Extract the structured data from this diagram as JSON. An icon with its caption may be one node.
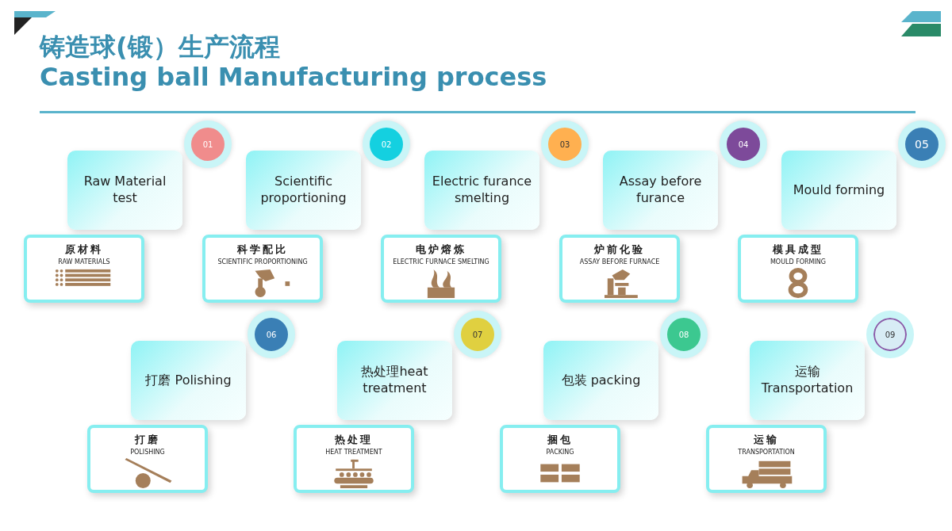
{
  "diagram": {
    "title": "铸造球(锻）生产流程",
    "nodes": [
      {
        "text": [
          "Raw Material test"
        ]
      },
      {
        "text": [
          "01"
        ]
      },
      {
        "text": [
          "原材料",
          "RAW MATERIALS"
        ]
      },
      {
        "text": [
          "Scientific proportioning"
        ]
      },
      {
        "text": [
          "02"
        ]
      },
      {
        "text": [
          "科学配比",
          "SCIENTIFIC PROPORTIONING"
        ]
      },
      {
        "text": [
          "Electric furance smelting"
        ]
      },
      {
        "text": [
          "03"
        ]
      },
      {
        "text": [
          "电炉熔炼",
          "ELECTRIC FURNACE SMELTING"
        ]
      },
      {
        "text": [
          "Assay before furance"
        ]
      },
      {
        "text": [
          "04"
        ]
      },
      {
        "text": [
          "炉前化验",
          "ASSAY BEFORE FURNACE"
        ]
      },
      {
        "text": [
          "Mould forming"
        ]
      },
      {
        "text": [
          "05"
        ]
      },
      {
        "text": [
          "模具成型",
          "MOULD FORMING"
        ]
      },
      {
        "text": [
          "打磨 Polishing"
        ]
      },
      {
        "text": [
          "06"
        ]
      },
      {
        "text": [
          "打磨",
          "POLISHING"
        ]
      },
      {
        "text": [
          "热处理heat treatment"
        ]
      },
      {
        "text": [
          "07"
        ]
      },
      {
        "text": [
          "热处理",
          "HEAT TREATMENT"
        ]
      },
      {
        "text": [
          "包装 packing"
        ]
      },
      {
        "text": [
          "08"
        ]
      },
      {
        "text": [
          "捆包",
          "PACKING"
        ]
      },
      {
        "text": [
          "运输 Transportation"
        ]
      },
      {
        "text": [
          "09"
        ]
      },
      {
        "text": [
          "运输",
          "TRANSPORTATION"
        ]
      }
    ],
    "labels": [
      "Casting ball Manufacturing process"
    ]
  }
}
